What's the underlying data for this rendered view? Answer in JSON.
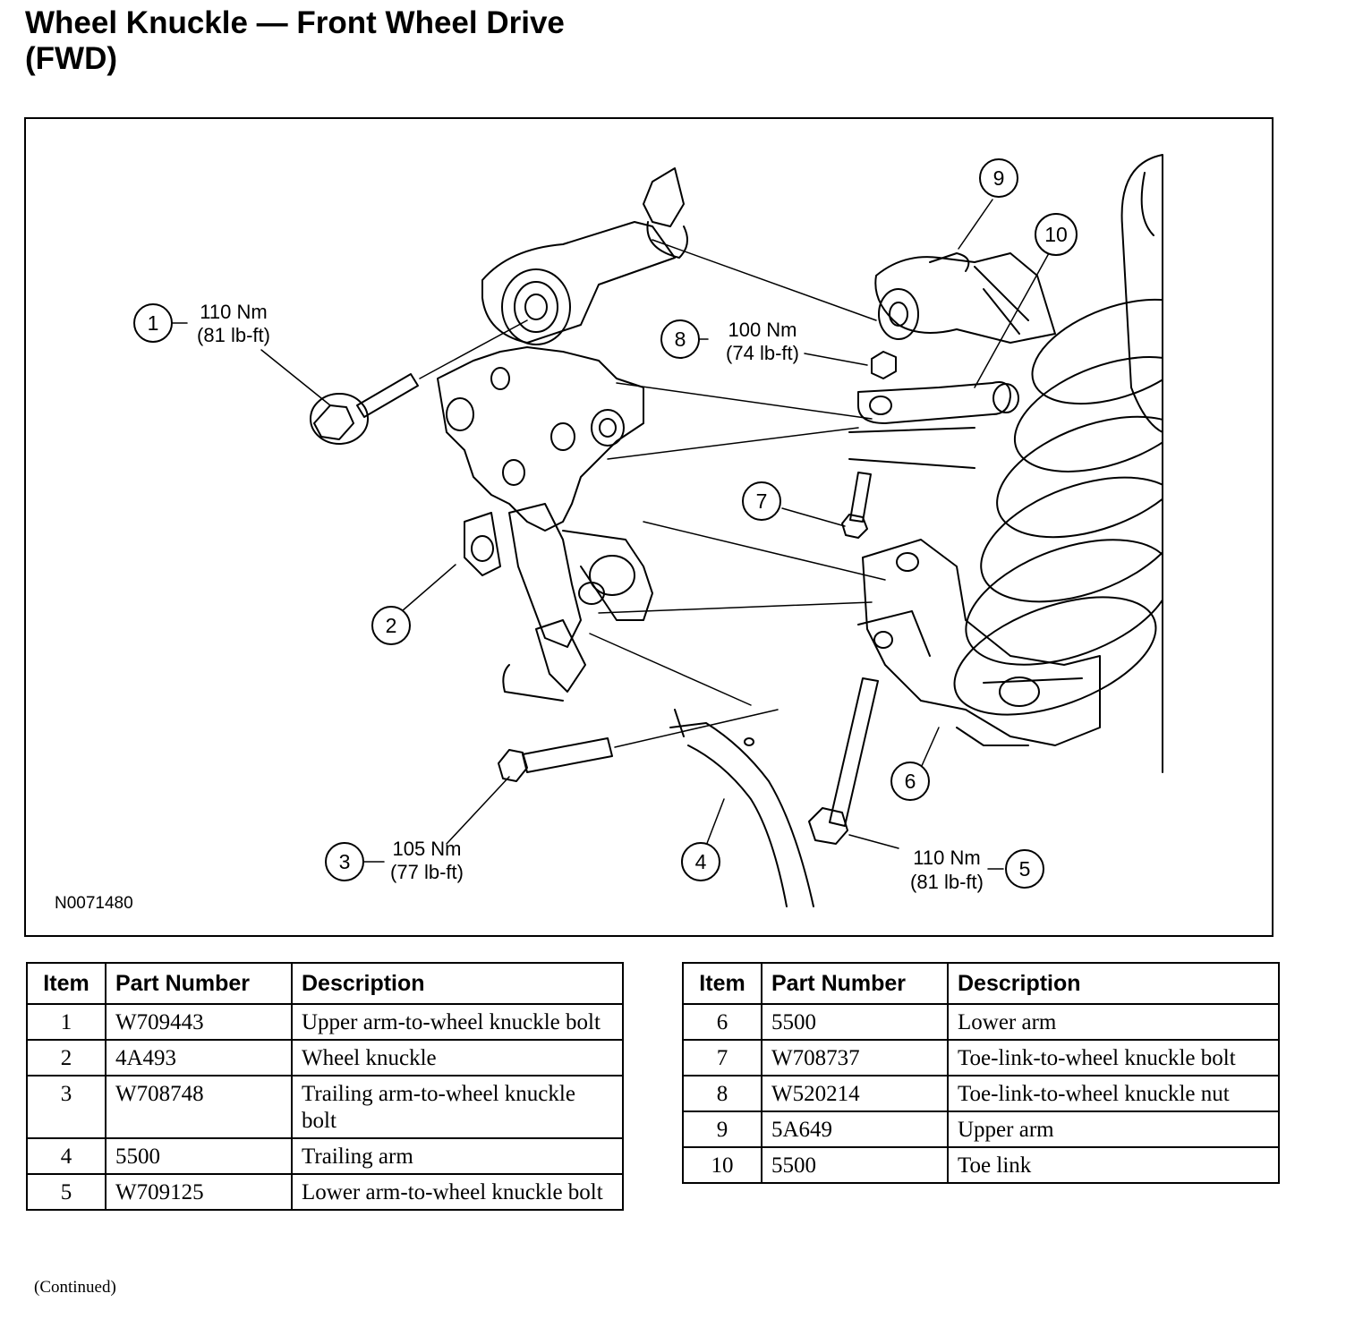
{
  "title": {
    "line1": "Wheel Knuckle — Front Wheel Drive",
    "line2": "(FWD)"
  },
  "figure": {
    "id": "N0071480",
    "callouts": [
      {
        "num": "1",
        "torque_nm": "110 Nm",
        "torque_lbft": "(81 lb-ft)"
      },
      {
        "num": "2"
      },
      {
        "num": "3",
        "torque_nm": "105 Nm",
        "torque_lbft": "(77 lb-ft)"
      },
      {
        "num": "4"
      },
      {
        "num": "5",
        "torque_nm": "110 Nm",
        "torque_lbft": "(81 lb-ft)"
      },
      {
        "num": "6"
      },
      {
        "num": "7"
      },
      {
        "num": "8",
        "torque_nm": "100 Nm",
        "torque_lbft": "(74 lb-ft)"
      },
      {
        "num": "9"
      },
      {
        "num": "10"
      }
    ]
  },
  "table_headers": {
    "item": "Item",
    "part_number": "Part Number",
    "description": "Description"
  },
  "parts_left": [
    {
      "item": "1",
      "part_number": "W709443",
      "description": "Upper arm-to-wheel knuckle bolt"
    },
    {
      "item": "2",
      "part_number": "4A493",
      "description": "Wheel knuckle"
    },
    {
      "item": "3",
      "part_number": "W708748",
      "description": "Trailing arm-to-wheel knuckle bolt"
    },
    {
      "item": "4",
      "part_number": "5500",
      "description": "Trailing arm"
    },
    {
      "item": "5",
      "part_number": "W709125",
      "description": "Lower arm-to-wheel knuckle bolt"
    }
  ],
  "parts_right": [
    {
      "item": "6",
      "part_number": "5500",
      "description": "Lower arm"
    },
    {
      "item": "7",
      "part_number": "W708737",
      "description": "Toe-link-to-wheel knuckle bolt"
    },
    {
      "item": "8",
      "part_number": "W520214",
      "description": "Toe-link-to-wheel knuckle nut"
    },
    {
      "item": "9",
      "part_number": "5A649",
      "description": "Upper arm"
    },
    {
      "item": "10",
      "part_number": "5500",
      "description": "Toe link"
    }
  ],
  "continued": "(Continued)"
}
